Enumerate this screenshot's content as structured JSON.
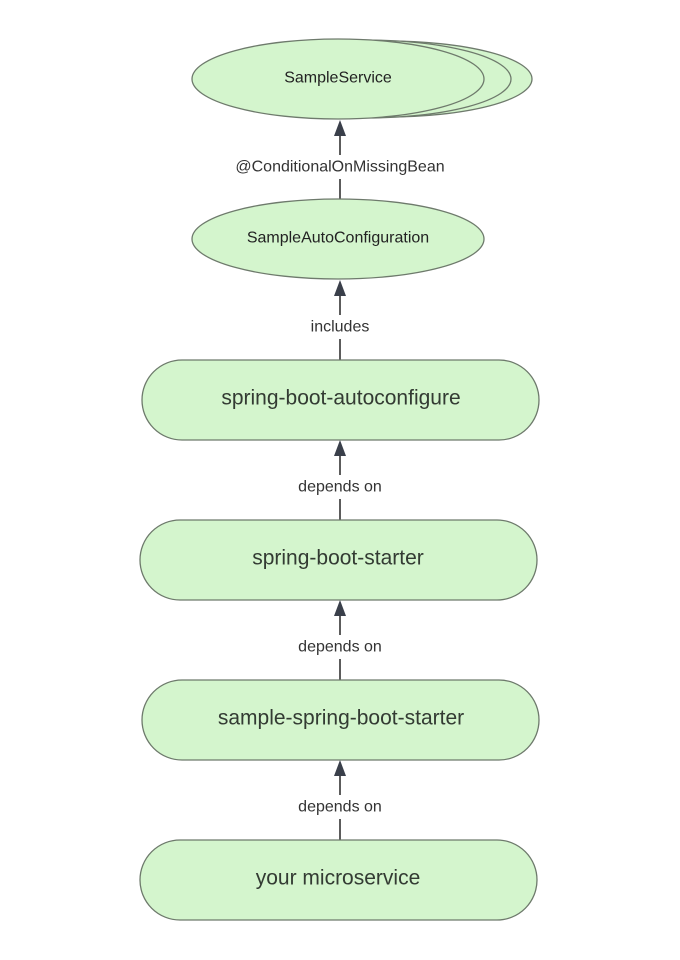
{
  "diagram": {
    "nodes": {
      "sample_service": "SampleService",
      "sample_auto_configuration": "SampleAutoConfiguration",
      "spring_boot_autoconfigure": "spring-boot-autoconfigure",
      "spring_boot_starter": "spring-boot-starter",
      "sample_spring_boot_starter": "sample-spring-boot-starter",
      "your_microservice": "your microservice"
    },
    "edges": {
      "autoconfig_to_service": "@ConditionalOnMissingBean",
      "autoconfigure_to_autoconfig": "includes",
      "starter_to_autoconfigure": "depends on",
      "sample_starter_to_starter": "depends on",
      "microservice_to_sample_starter": "depends on"
    },
    "colors": {
      "node_fill": "#d4f5cd",
      "node_stroke": "#6e7a6c",
      "edge": "#333333"
    }
  }
}
